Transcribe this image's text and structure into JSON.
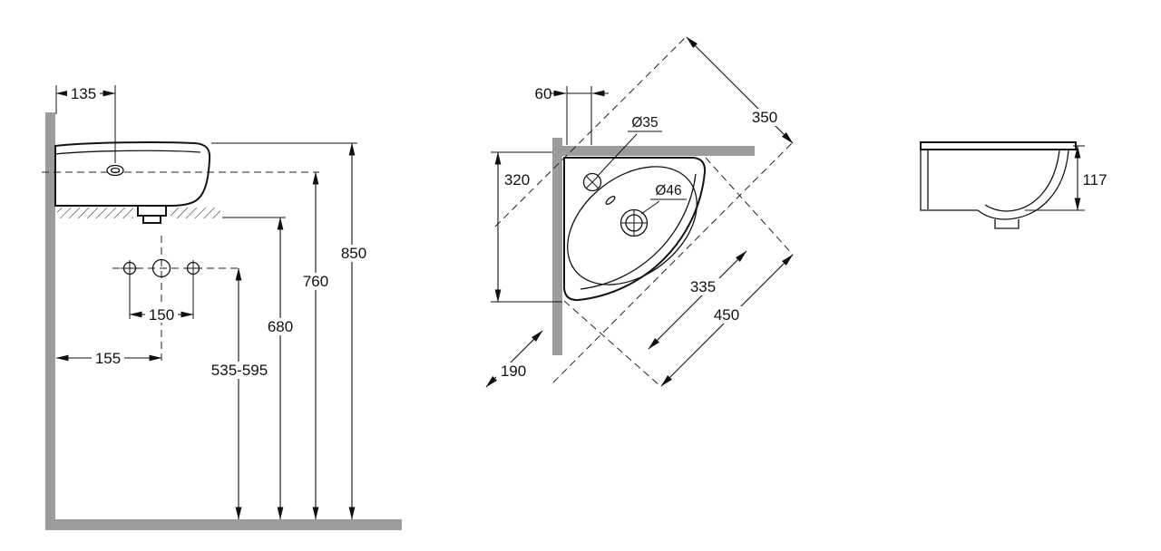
{
  "title": "corner-washbasin-technical-drawing",
  "colors": {
    "line": "#141414",
    "wall": "#9c9c9c",
    "paper": "#ffffff"
  },
  "side_view": {
    "dim_135": "135",
    "dim_850": "850",
    "dim_760": "760",
    "dim_680": "680",
    "dim_535_595": "535-595",
    "dim_150": "150",
    "dim_155": "155"
  },
  "plan_view": {
    "dim_60": "60",
    "dim_350": "350",
    "hole_diameter": "Ø35",
    "drain_diameter": "Ø46",
    "dim_320": "320",
    "dim_335": "335",
    "dim_450": "450",
    "dim_190": "190"
  },
  "front_view": {
    "dim_117": "117"
  }
}
